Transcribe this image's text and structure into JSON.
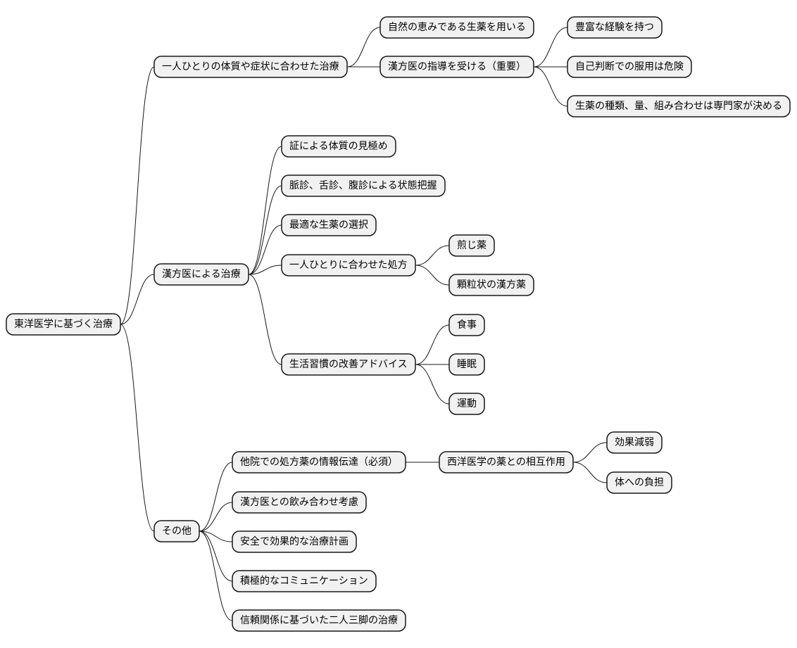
{
  "root": {
    "label": "東洋医学に基づく治療",
    "children": [
      {
        "label": "一人ひとりの体質や症状に合わせた治療",
        "children": [
          {
            "label": "自然の恵みである生薬を用いる"
          },
          {
            "label": "漢方医の指導を受ける（重要）",
            "children": [
              {
                "label": "豊富な経験を持つ"
              },
              {
                "label": "自己判断での服用は危険"
              },
              {
                "label": "生薬の種類、量、組み合わせは専門家が決める"
              }
            ]
          }
        ]
      },
      {
        "label": "漢方医による治療",
        "children": [
          {
            "label": "証による体質の見極め"
          },
          {
            "label": "脈診、舌診、腹診による状態把握"
          },
          {
            "label": "最適な生薬の選択"
          },
          {
            "label": "一人ひとりに合わせた処方",
            "children": [
              {
                "label": "煎じ薬"
              },
              {
                "label": "顆粒状の漢方薬"
              }
            ]
          },
          {
            "label": "生活習慣の改善アドバイス",
            "children": [
              {
                "label": "食事"
              },
              {
                "label": "睡眠"
              },
              {
                "label": "運動"
              }
            ]
          }
        ]
      },
      {
        "label": "その他",
        "children": [
          {
            "label": "他院での処方薬の情報伝達（必須）",
            "children": [
              {
                "label": "西洋医学の薬との相互作用",
                "children": [
                  {
                    "label": "効果減弱"
                  },
                  {
                    "label": "体への負担"
                  }
                ]
              }
            ]
          },
          {
            "label": "漢方医との飲み合わせ考慮"
          },
          {
            "label": "安全で効果的な治療計画"
          },
          {
            "label": "積極的なコミュニケーション"
          },
          {
            "label": "信頼関係に基づいた二人三脚の治療"
          }
        ]
      }
    ]
  }
}
